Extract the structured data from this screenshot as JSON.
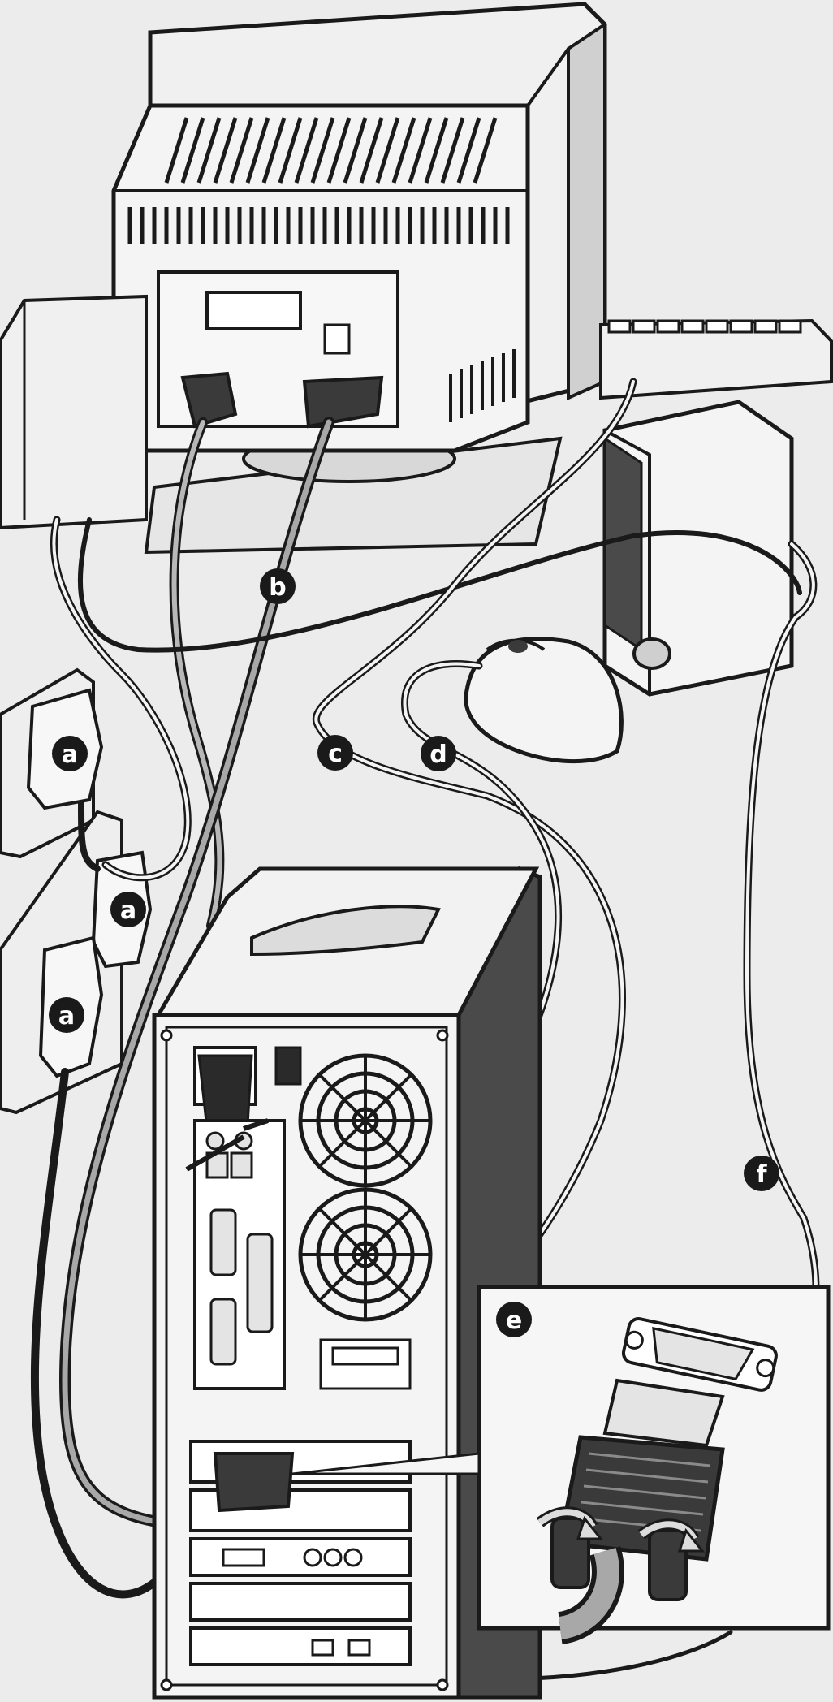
{
  "colors": {
    "background": "#ececec",
    "line": "#1a1a1a",
    "panel": "#f2f2f2",
    "shade": "#c9c9c9",
    "dark": "#3a3a3a",
    "badge": "#1a1a1a",
    "badge_text": "#ffffff"
  },
  "labels": {
    "a1": "a",
    "a2": "a",
    "a3": "a",
    "b": "b",
    "c": "c",
    "d": "d",
    "e": "e",
    "f": "f"
  },
  "icons": [
    "monitor",
    "keyboard",
    "speaker",
    "mouse",
    "power-outlet",
    "computer-tower",
    "vga-connector"
  ]
}
